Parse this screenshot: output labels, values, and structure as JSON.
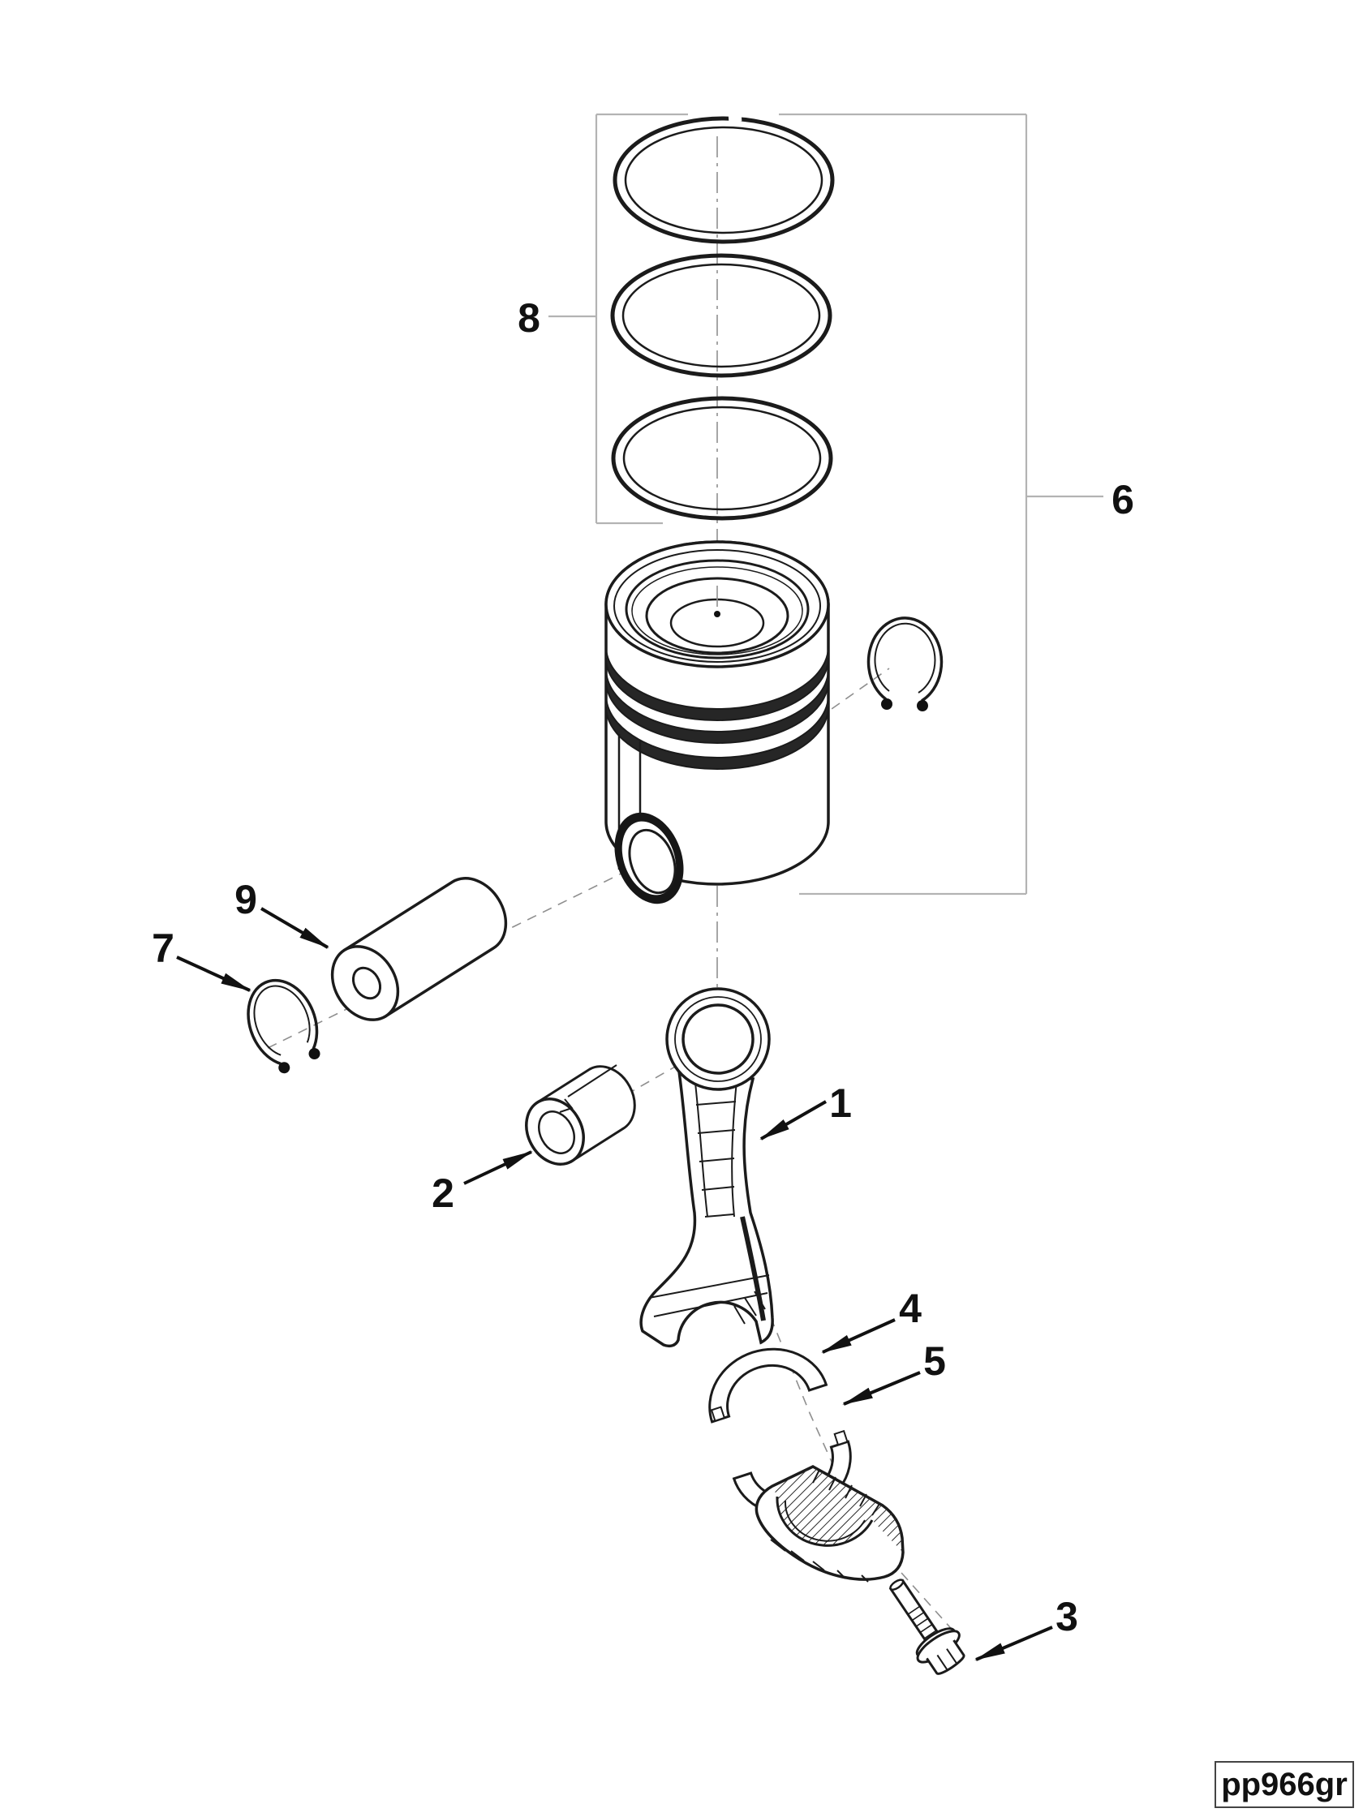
{
  "diagram": {
    "title_hint": "exploded piston and connecting rod parts diagram",
    "callouts": {
      "c1": "1",
      "c2": "2",
      "c3": "3",
      "c4": "4",
      "c5": "5",
      "c6": "6",
      "c7": "7",
      "c8": "8",
      "c9": "9"
    },
    "figure_code": "pp966gr",
    "colors": {
      "line": "#1b1b1b",
      "bracket_line": "#b3b3b3",
      "background": "#ffffff"
    }
  }
}
